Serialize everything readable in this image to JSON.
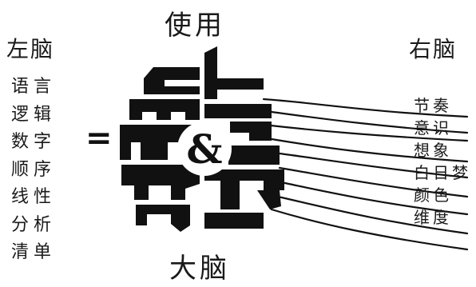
{
  "title_top": "使用",
  "title_bottom": "大脑",
  "left_heading": "左脑",
  "right_heading": "右脑",
  "equals": "=",
  "ampersand": "&",
  "left_items": [
    "语言",
    "逻辑",
    "数字",
    "顺序",
    "线性",
    "分析",
    "清单"
  ],
  "right_items": [
    "节奏",
    "意识",
    "想象",
    "白日梦",
    "颜色",
    "维度"
  ],
  "colors": {
    "ink": "#111111",
    "background": "#ffffff"
  }
}
